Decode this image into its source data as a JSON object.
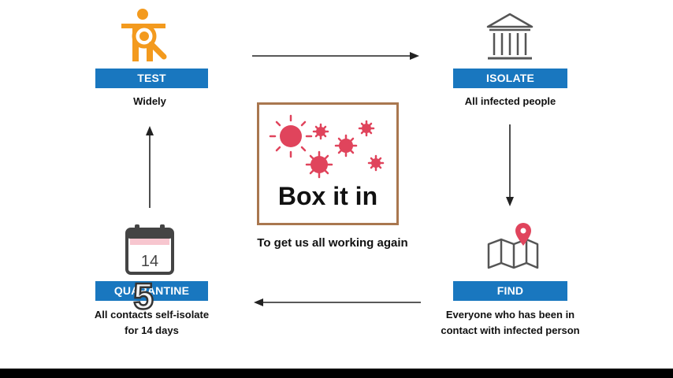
{
  "steps": {
    "test": {
      "label": "TEST",
      "desc": "Widely"
    },
    "isolate": {
      "label": "ISOLATE",
      "desc": "All infected people"
    },
    "find": {
      "label": "FIND",
      "desc_line1": "Everyone who has been in",
      "desc_line2": "contact with infected person"
    },
    "quarantine": {
      "label": "QUARANTINE",
      "desc_line1": "All contacts self-isolate",
      "desc_line2": "for 14 days"
    }
  },
  "calendar_day": "14",
  "center": {
    "title": "Box it in",
    "subtitle": "To get us all working again"
  },
  "watermark": "5",
  "colors": {
    "badge": "#1977bf",
    "test_icon": "#f39a1e",
    "virus": "#e0445c",
    "box_border": "#a9774f",
    "pin": "#e0445c"
  },
  "icons": {
    "test": "person-magnifier-icon",
    "isolate": "building-icon",
    "find": "map-pin-icon",
    "quarantine": "calendar-icon"
  }
}
